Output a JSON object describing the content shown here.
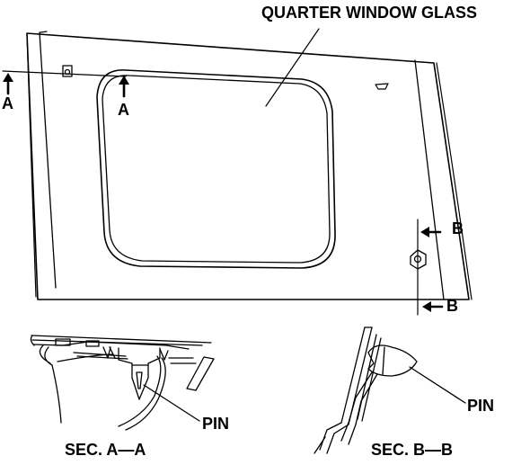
{
  "labels": {
    "quarter_window_glass": "QUARTER WINDOW GLASS",
    "section_marker_a": "A",
    "section_marker_b": "B",
    "pin": "PIN",
    "section_a_caption": "SEC. A—A",
    "section_b_caption": "SEC. B—B"
  },
  "colors": {
    "line": "#000000",
    "background": "#ffffff"
  }
}
